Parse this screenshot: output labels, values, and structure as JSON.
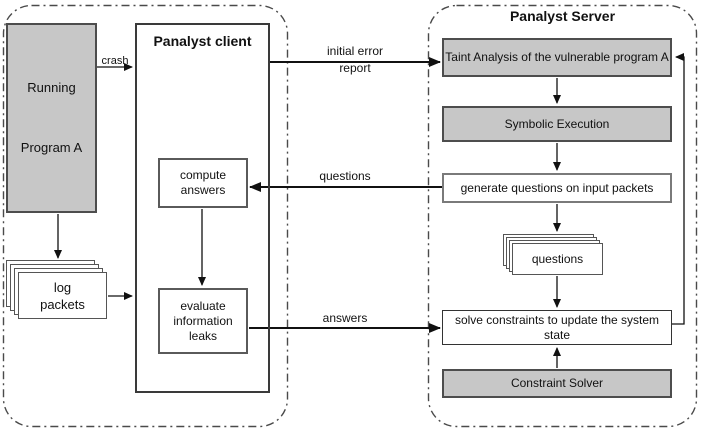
{
  "colors": {
    "gray_fill": "#c7c7c7",
    "dark_border": "#4d4d4d",
    "mid_border": "#7a7a7a",
    "line_color": "#111111"
  },
  "left_panel": {
    "running_box": {
      "line1": "Running",
      "line2": "Program A"
    },
    "log_packets": {
      "line1": "log",
      "line2": "packets"
    },
    "client": {
      "title": "Panalyst client",
      "compute_box": "compute answers",
      "evaluate_box": "evaluate information leaks"
    }
  },
  "right_panel": {
    "title": "Panalyst Server",
    "taint_box": "Taint Analysis of the vulnerable program A",
    "symbolic_box": "Symbolic Execution",
    "generate_box": "generate questions on input packets",
    "questions_stack": "questions",
    "solve_box": "solve constraints to update the system state",
    "constraint_box": "Constraint Solver"
  },
  "edge_labels": {
    "crash": "crash",
    "initial_error_line1": "initial error",
    "initial_error_line2": "report",
    "questions": "questions",
    "answers": "answers"
  }
}
